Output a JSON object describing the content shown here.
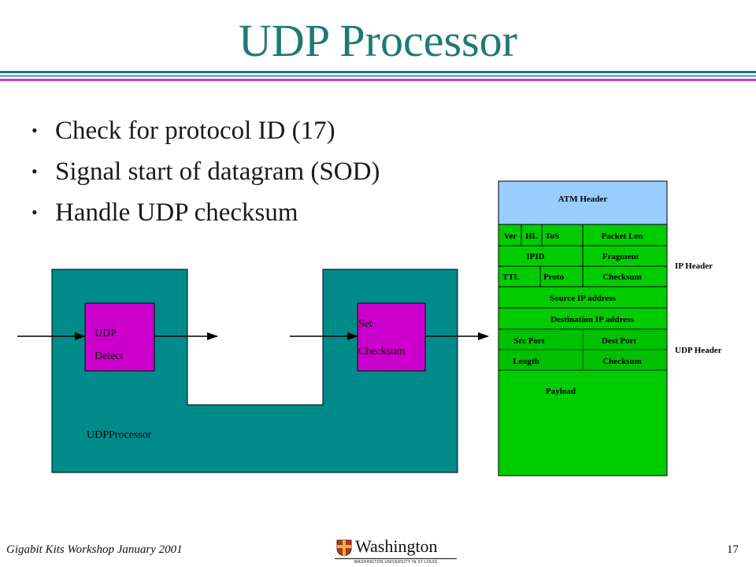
{
  "slide": {
    "title": "UDP Processor",
    "bullets": [
      "Check for protocol ID (17)",
      "Signal start of datagram (SOD)",
      "Handle UDP checksum"
    ],
    "footer": {
      "left": "Gigabit Kits Workshop January 2001",
      "page_number": "17",
      "logo_word": "Washington",
      "logo_subtitle": "WASHINGTON UNIVERSITY IN ST LOUIS"
    },
    "colors": {
      "title": "#1e7a74",
      "module": "#008b8b",
      "block": "#cc00cc",
      "atm_header": "#99ccff",
      "packet_green": "#00cc00"
    }
  },
  "diagram": {
    "udp_detect": [
      "UDP",
      "Detect"
    ],
    "set_checksum": [
      "Set",
      "Checksum"
    ],
    "module_label": "UDPProcessor"
  },
  "header_table": {
    "atm": "ATM Header",
    "rows": {
      "ver": "Ver",
      "hl": "HL",
      "tos": "ToS",
      "packet_len": "Packet Len",
      "ipid": "IPID",
      "fragment": "Fragment",
      "ttl": "TTL",
      "proto": "Proto",
      "checksum": "Checksum",
      "src_ip": "Source IP address",
      "dest_ip": "Destination IP address",
      "src_port": "Src Port",
      "dest_port": "Dest Port",
      "length": "Length",
      "udp_checksum": "Checksum",
      "payload": "Payload"
    },
    "side_labels": {
      "ip": "IP Header",
      "udp": "UDP Header"
    }
  }
}
